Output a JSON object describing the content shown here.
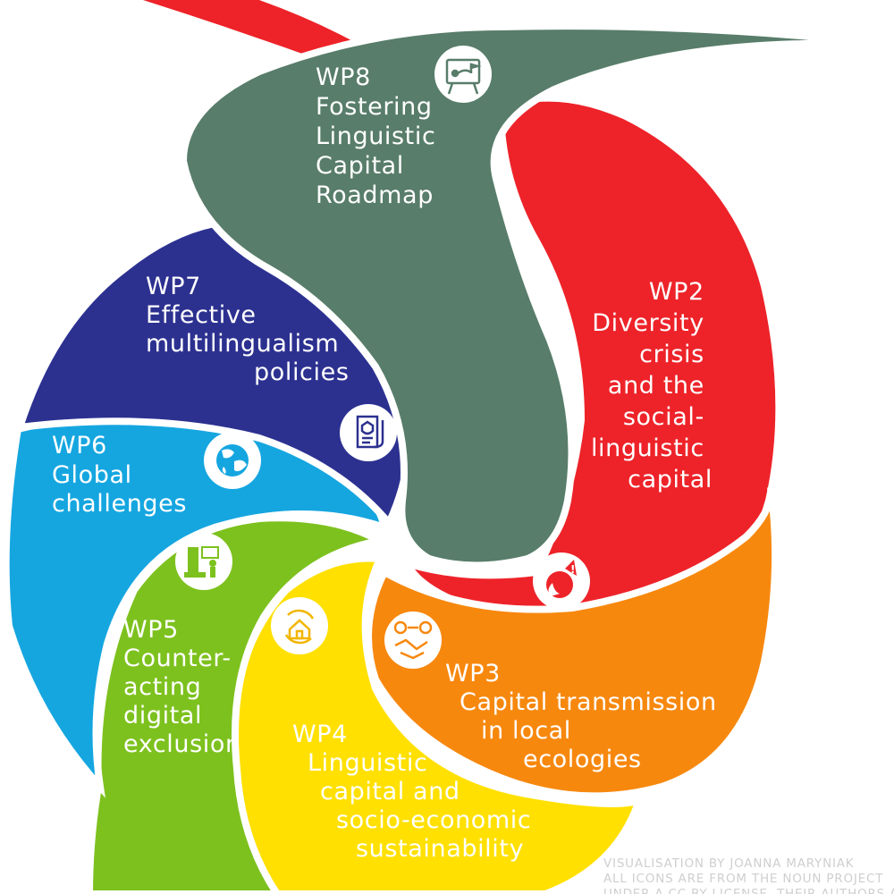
{
  "work_packages": [
    {
      "id": "WP8",
      "lines": [
        "Fostering",
        "Linguistic",
        "Capital",
        "Roadmap"
      ],
      "color": "#587d6a",
      "icon": "presentation-board-icon"
    },
    {
      "id": "WP2",
      "lines": [
        "Diversity",
        "crisis",
        "and the",
        "social-",
        "linguistic",
        "capital"
      ],
      "color": "#ed2329",
      "icon": "burning-planet-icon"
    },
    {
      "id": "WP3",
      "lines": [
        "Capital transmission",
        "in local",
        "ecologies"
      ],
      "color": "#f7880e",
      "icon": "handshake-icon"
    },
    {
      "id": "WP4",
      "lines": [
        "Linguistic",
        "capital and",
        "socio-economic",
        "sustainability"
      ],
      "color": "#ffe000",
      "icon": "house-cycle-icon"
    },
    {
      "id": "WP5",
      "lines": [
        "Counter-",
        "acting",
        "digital",
        "exclusion"
      ],
      "color": "#7dc11e",
      "icon": "digital-exclusion-icon"
    },
    {
      "id": "WP6",
      "lines": [
        "Global",
        "challenges"
      ],
      "color": "#15a6e0",
      "icon": "globe-icon"
    },
    {
      "id": "WP7",
      "lines": [
        "Effective",
        "multilingualism",
        "policies"
      ],
      "color": "#2c3190",
      "icon": "policy-document-icon"
    }
  ],
  "credits": [
    "VISUALISATION BY JOANNA MARYNIAK",
    "ALL ICONS ARE FROM THE NOUN PROJECT",
    "UNDER A CC BY LICENSE. THEIR AUTHORS ARE"
  ]
}
